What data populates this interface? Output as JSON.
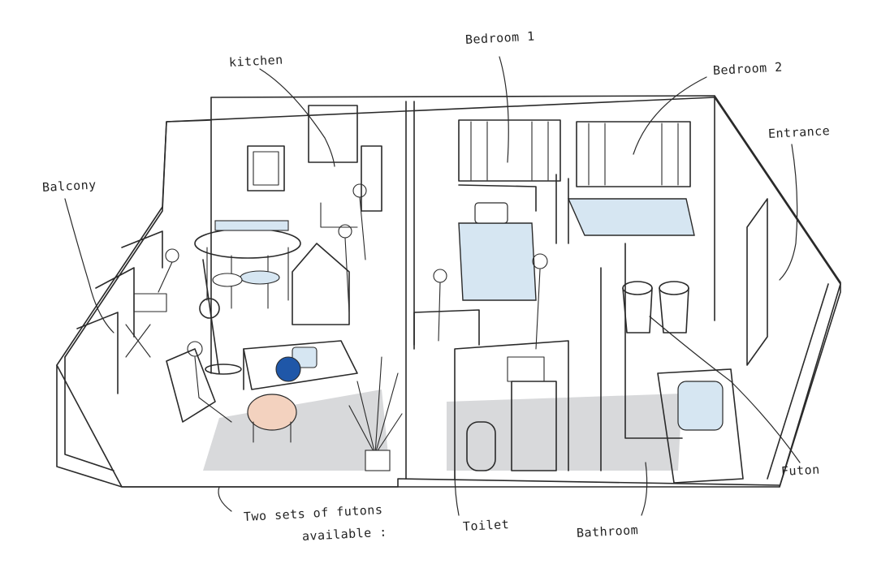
{
  "labels": {
    "kitchen": "kitchen",
    "bedroom1": "Bedroom 1",
    "bedroom2": "Bedroom 2",
    "entrance": "Entrance",
    "balcony": "Balcony",
    "futon": "Futon",
    "futons_line1": "Two sets of futons",
    "futons_line2": "available :",
    "toilet": "Toilet",
    "bathroom": "Bathroom"
  },
  "colors": {
    "ink": "#2a2a2a",
    "floor": "#ffffff",
    "rug": "#d8d9db",
    "bedding": "#d6e6f2",
    "cushion_blue": "#1f57a8",
    "table_peach": "#f3d2bf",
    "plant": "#6f7a5a"
  },
  "icons": [
    "bed-icon",
    "sofa-icon",
    "plant-icon",
    "toilet-icon",
    "bathtub-icon",
    "washer-icon",
    "dining-table-icon",
    "person-icon"
  ]
}
